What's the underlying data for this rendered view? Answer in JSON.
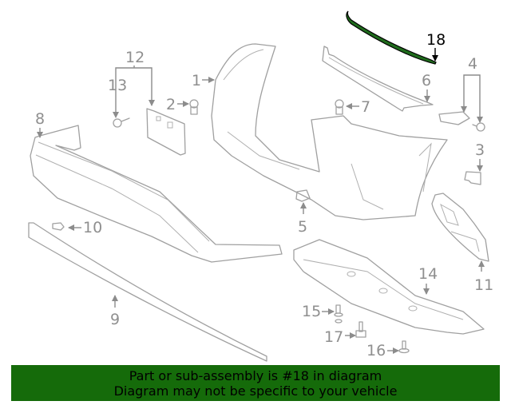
{
  "diagram": {
    "highlighted_part": "18",
    "highlight_color": "#1f6b1c",
    "line_color": "#a0a0a0",
    "labels": {
      "p1": "1",
      "p2": "2",
      "p3": "3",
      "p4": "4",
      "p5": "5",
      "p6": "6",
      "p7": "7",
      "p8": "8",
      "p9": "9",
      "p10": "10",
      "p11": "11",
      "p12": "12",
      "p13": "13",
      "p14": "14",
      "p15": "15",
      "p16": "16",
      "p17": "17",
      "p18": "18"
    }
  },
  "banner": {
    "line1": "Part or sub-assembly is #18 in diagram",
    "line2": "Diagram may not be specific to your vehicle",
    "background": "#156b0a"
  }
}
